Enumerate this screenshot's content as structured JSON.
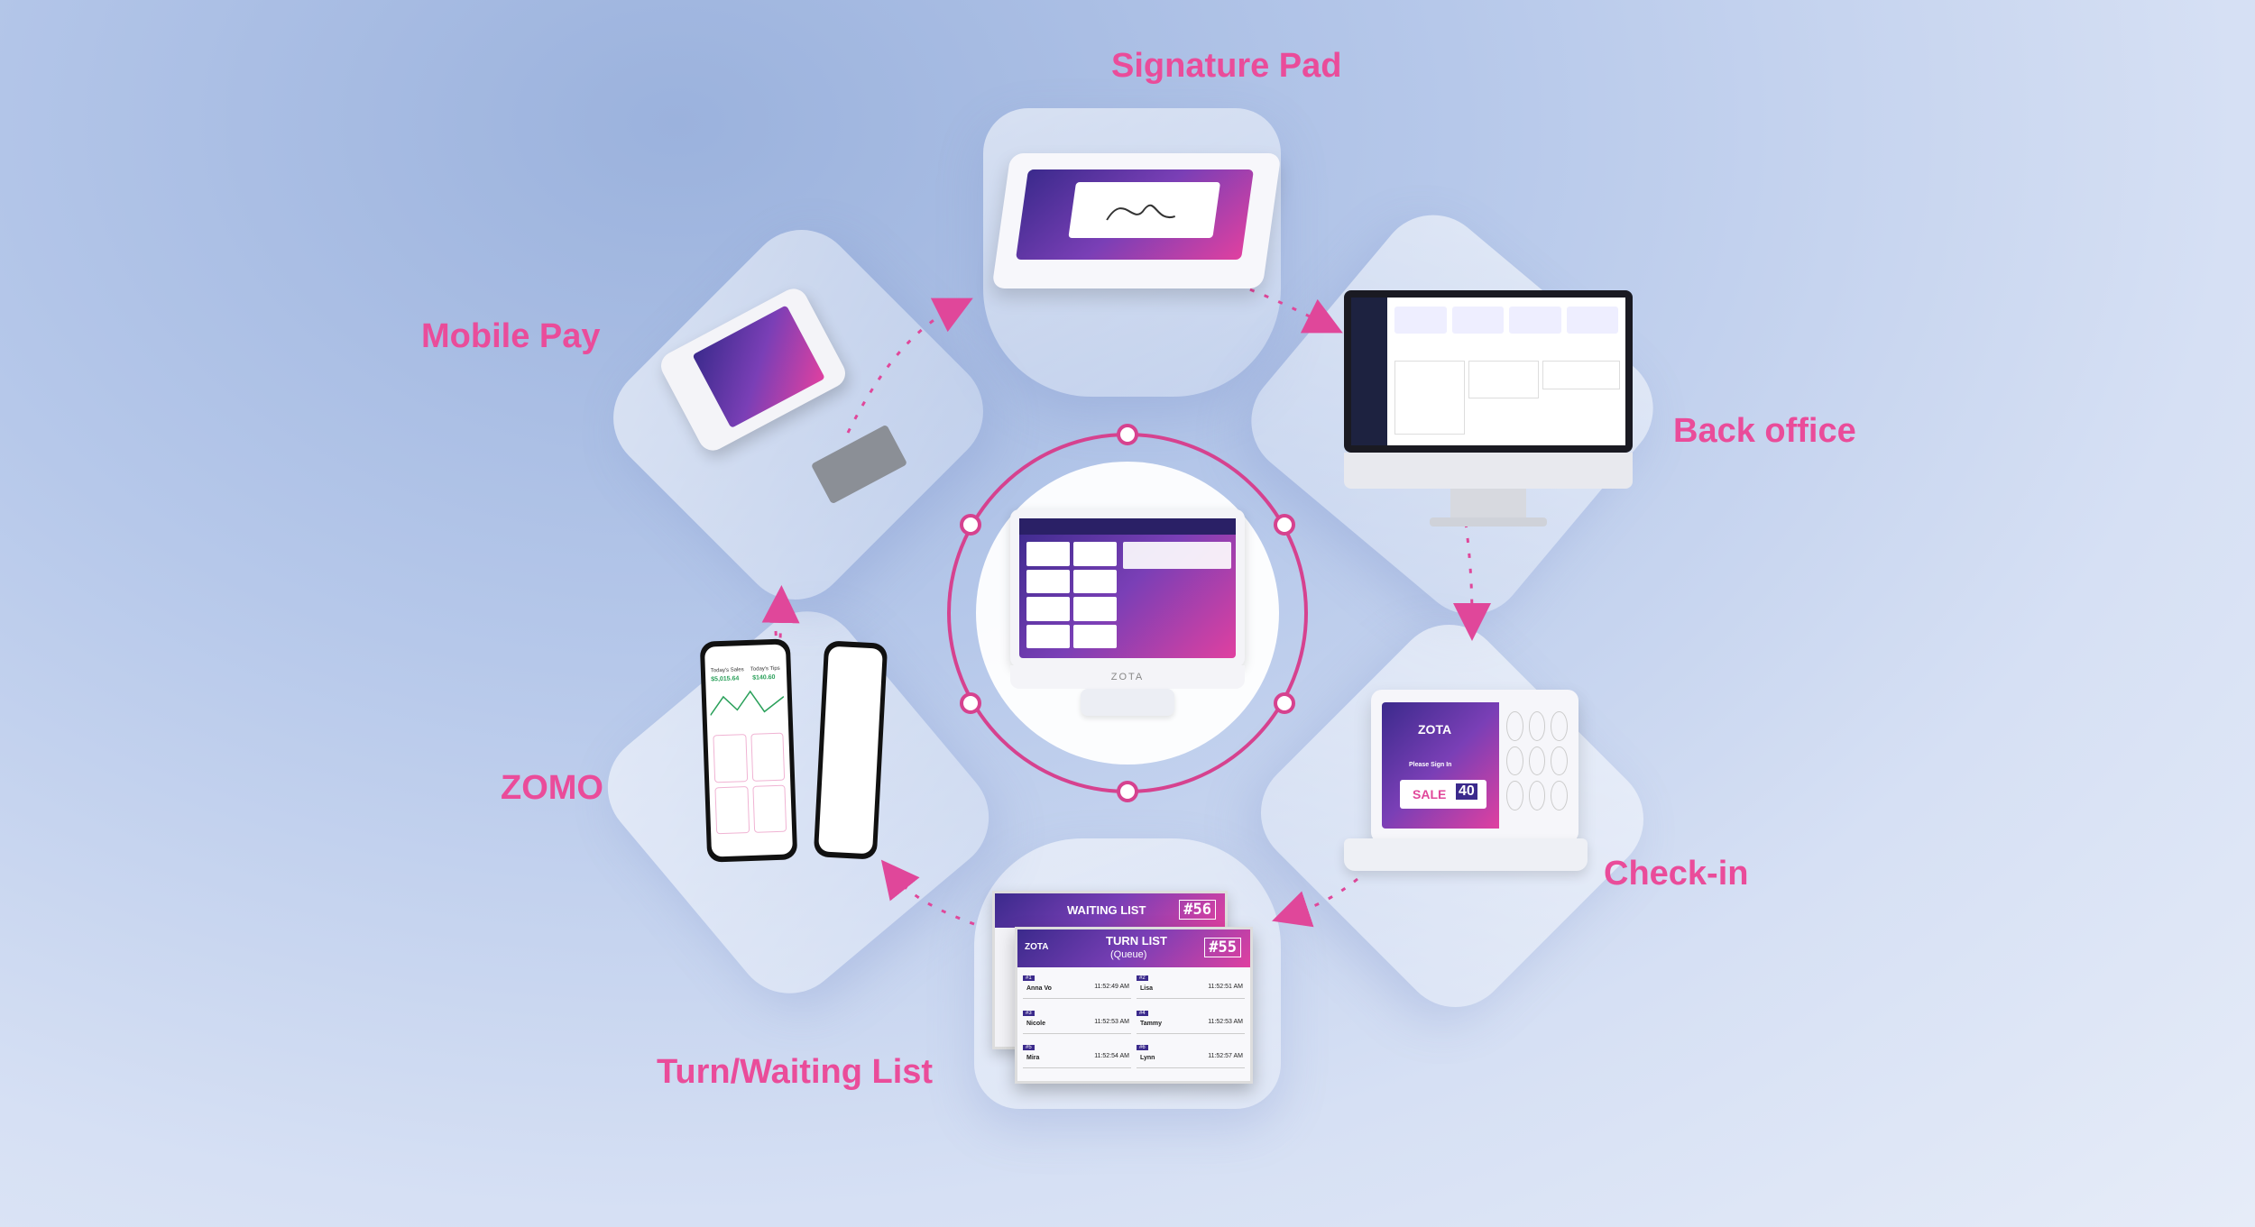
{
  "nodes": {
    "signature_pad": "Signature Pad",
    "back_office": "Back office",
    "check_in": "Check-in",
    "turn_waiting_list": "Turn/Waiting List",
    "zomo": "ZOMO",
    "mobile_pay": "Mobile Pay"
  },
  "center": {
    "brand": "ZOTA"
  },
  "waiting_board": {
    "title": "WAITING LIST",
    "number": "#56"
  },
  "turn_board": {
    "title": "TURN LIST",
    "subtitle": "(Queue)",
    "number": "#55",
    "brand": "ZOTA",
    "rows": [
      {
        "id": "#1",
        "name": "Anna Vo",
        "time": "11:52:49 AM"
      },
      {
        "id": "#2",
        "name": "Lisa",
        "time": "11:52:51 AM"
      },
      {
        "id": "#3",
        "name": "Nicole",
        "time": "11:52:53 AM"
      },
      {
        "id": "#4",
        "name": "Tammy",
        "time": "11:52:53 AM"
      },
      {
        "id": "#5",
        "name": "Mira",
        "time": "11:52:54 AM"
      },
      {
        "id": "#6",
        "name": "Lynn",
        "time": "11:52:57 AM"
      }
    ]
  },
  "checkin_screen": {
    "brand": "ZOTA",
    "prompt": "Please Sign In",
    "promo": "SALE",
    "promo_value": "40"
  },
  "phone_app": {
    "left_label": "Today's Sales",
    "right_label": "Today's Tips",
    "sales": "$5,015.64",
    "tips": "$140.60"
  },
  "colors": {
    "accent": "#ea4c9a",
    "ring": "#d6428f"
  }
}
